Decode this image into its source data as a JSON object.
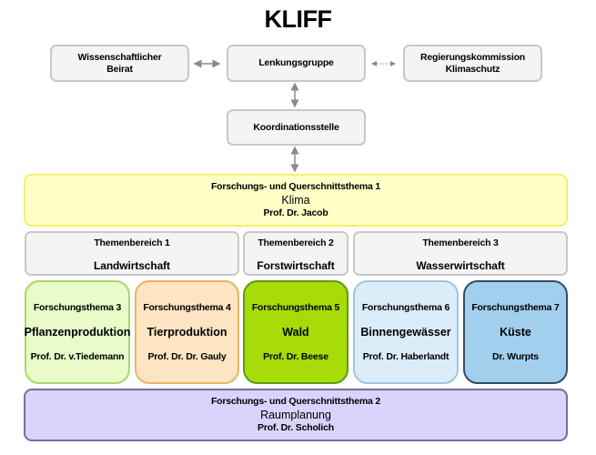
{
  "title": "KLIFF",
  "top_row": {
    "advisory": {
      "line1": "Wissenschaftlicher",
      "line2": "Beirat"
    },
    "steering": {
      "label": "Lenkungsgruppe"
    },
    "government": {
      "line1": "Regierungskommission",
      "line2": "Klimaschutz"
    }
  },
  "coordination": {
    "label": "Koordinationsstelle"
  },
  "cross_theme_1": {
    "heading": "Forschungs- und Querschnittsthema 1",
    "name": "Klima",
    "lead": "Prof. Dr. Jacob"
  },
  "theme_areas": [
    {
      "heading": "Themenbereich 1",
      "name": "Landwirtschaft"
    },
    {
      "heading": "Themenbereich 2",
      "name": "Forstwirtschaft"
    },
    {
      "heading": "Themenbereich 3",
      "name": "Wasserwirtschaft"
    }
  ],
  "research_themes": [
    {
      "heading": "Forschungsthema 3",
      "name": "Pflanzenproduktion",
      "lead": "Prof. Dr. v.Tiedemann",
      "color": "#e8fbc9"
    },
    {
      "heading": "Forschungsthema 4",
      "name": "Tierproduktion",
      "lead": "Prof. Dr. Dr. Gauly",
      "color": "#fde4c3"
    },
    {
      "heading": "Forschungsthema 5",
      "name": "Wald",
      "lead": "Prof. Dr. Beese",
      "color": "#a8dc08"
    },
    {
      "heading": "Forschungsthema 6",
      "name": "Binnengewässer",
      "lead": "Prof. Dr. Haberlandt",
      "color": "#dcedfa"
    },
    {
      "heading": "Forschungsthema 7",
      "name": "Küste",
      "lead": "Dr. Wurpts",
      "color": "#a3cfee"
    }
  ],
  "cross_theme_2": {
    "heading": "Forschungs- und Querschnittsthema 2",
    "name": "Raumplanung",
    "lead": "Prof. Dr. Scholich"
  },
  "connectors": [
    {
      "from": "Wissenschaftlicher Beirat",
      "to": "Lenkungsgruppe",
      "style": "solid",
      "direction": "both"
    },
    {
      "from": "Lenkungsgruppe",
      "to": "Regierungskommission Klimaschutz",
      "style": "dotted",
      "direction": "both"
    },
    {
      "from": "Lenkungsgruppe",
      "to": "Koordinationsstelle",
      "style": "solid",
      "direction": "both"
    },
    {
      "from": "Koordinationsstelle",
      "to": "Forschungs- und Querschnittsthema 1",
      "style": "solid",
      "direction": "both"
    }
  ]
}
